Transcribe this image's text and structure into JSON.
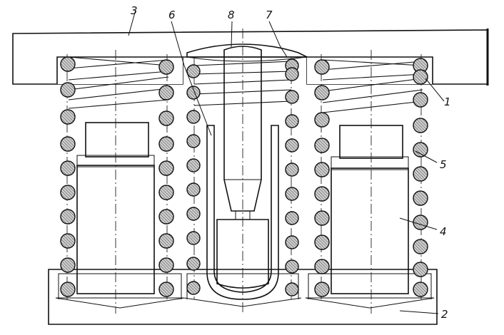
{
  "figure": {
    "description_labels": {
      "label_1": "1",
      "label_2": "2",
      "label_3": "3",
      "label_4": "4",
      "label_5": "5",
      "label_6": "6",
      "label_7": "7",
      "label_8": "8"
    }
  }
}
